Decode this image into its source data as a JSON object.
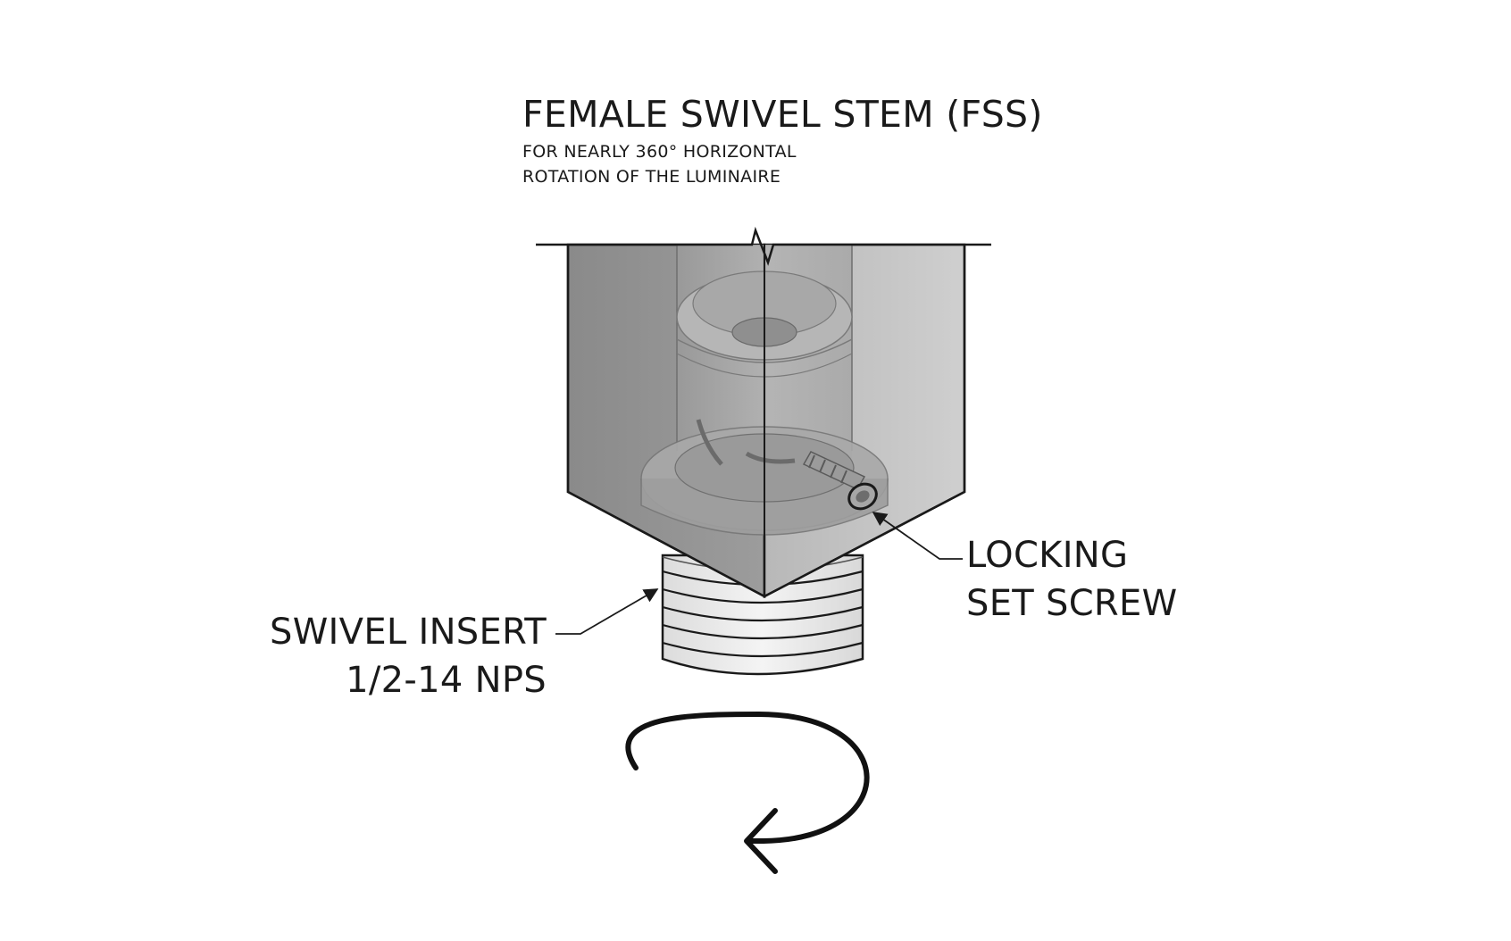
{
  "title": "FEMALE SWIVEL STEM (FSS)",
  "subtitle_lines": [
    "FOR NEARLY 360° HORIZONTAL",
    "ROTATION OF THE LUMINAIRE"
  ],
  "callouts": {
    "locking_set_screw": [
      "LOCKING",
      "SET SCREW"
    ],
    "swivel_insert": [
      "SWIVEL INSERT",
      "1/2-14 NPS"
    ]
  },
  "colors": {
    "ink": "#1a1a1a",
    "housing_left": "#8f8f8f",
    "housing_right": "#c2c2c2",
    "stem": "#a3a3a3",
    "thread": "#e9e9e9",
    "background": "#ffffff"
  }
}
